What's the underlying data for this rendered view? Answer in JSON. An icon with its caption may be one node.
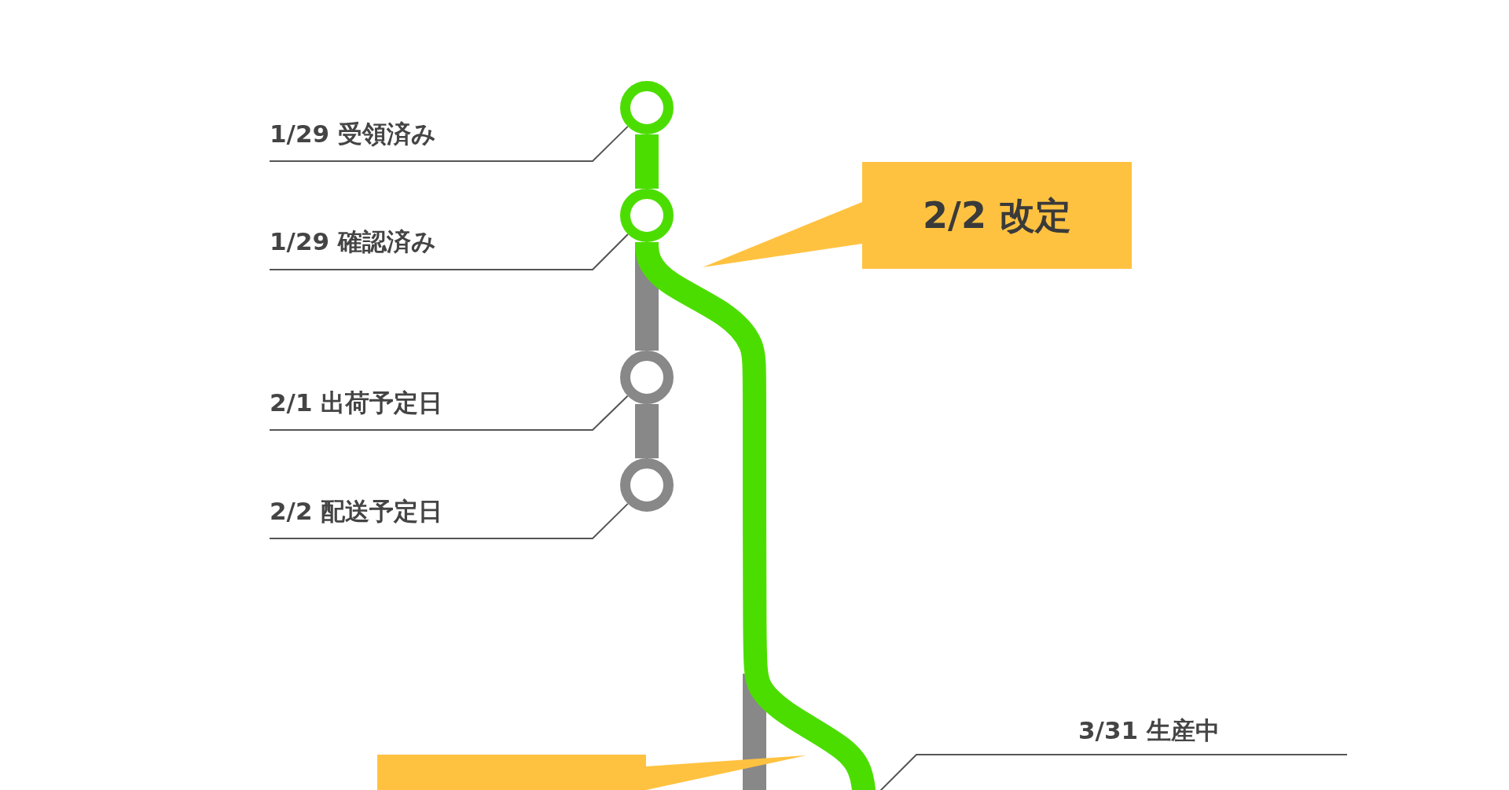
{
  "diagram": {
    "nodes": [
      {
        "text": [
          "1/29 受領済み"
        ]
      },
      {
        "text": [],
        "shape": "circle"
      },
      {
        "text": [
          "1/29 確認済み"
        ]
      },
      {
        "text": [],
        "shape": "circle"
      },
      {
        "text": [
          "2/2 改定"
        ]
      },
      {
        "text": [
          "2/1 出荷予定日"
        ]
      },
      {
        "text": [],
        "shape": "circle"
      },
      {
        "text": [
          "2/2 配送予定日"
        ]
      },
      {
        "text": [],
        "shape": "circle"
      },
      {
        "text": [
          "3/31 生産中"
        ]
      },
      {
        "text": [],
        "shape": "callout"
      }
    ],
    "edges": [
      {
        "from": 0,
        "to": 1,
        "arrow": "none"
      },
      {
        "from": 2,
        "to": 3,
        "arrow": "none"
      },
      {
        "from": 5,
        "to": 6,
        "arrow": "none"
      },
      {
        "from": 7,
        "to": 8,
        "arrow": "none"
      },
      {
        "from": 9,
        "to": null,
        "arrow": "none"
      },
      {
        "from": 1,
        "to": 3,
        "arrow": "none",
        "style": "thick",
        "color": "#4cdd00"
      },
      {
        "from": 3,
        "to": 6,
        "arrow": "none",
        "style": "thick",
        "color": "#888888"
      },
      {
        "from": 6,
        "to": 8,
        "arrow": "none",
        "style": "thick",
        "color": "#888888"
      },
      {
        "from": 3,
        "to": null,
        "arrow": "none",
        "style": "thick",
        "color": "#4cdd00"
      }
    ]
  }
}
